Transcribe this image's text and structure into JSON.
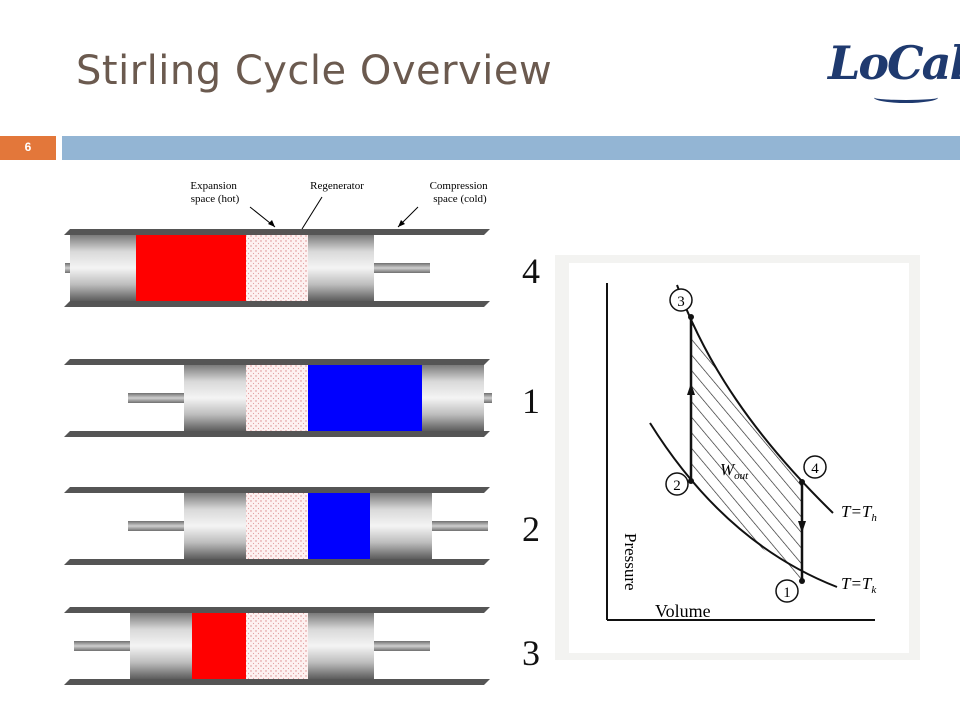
{
  "slide": {
    "title": "Stirling Cycle Overview",
    "slide_number": "6",
    "logo_text": "LoCal"
  },
  "colors": {
    "title": "#6b5a4f",
    "slide_number_box": "#e3773a",
    "rule_bar": "#93b5d4",
    "hot_space": "#ff0000",
    "cold_space": "#0000ff",
    "regenerator": "#fbe6e6"
  },
  "engine_diagram": {
    "labels": {
      "expansion": [
        "Expansion",
        "space (hot)"
      ],
      "regenerator": "Regenerator",
      "compression": [
        "Compression",
        "space (cold)"
      ]
    },
    "stage_labels": [
      "4",
      "1",
      "2",
      "3"
    ]
  },
  "pv_diagram": {
    "y_axis_label": "Pressure",
    "x_axis_label": "Volume",
    "work_label": "W",
    "work_subscript": "out",
    "isotherm_hot": {
      "prefix": "T=T",
      "subscript": "h"
    },
    "isotherm_cold": {
      "prefix": "T=T",
      "subscript": "k"
    },
    "state_points": [
      "1",
      "2",
      "3",
      "4"
    ]
  }
}
